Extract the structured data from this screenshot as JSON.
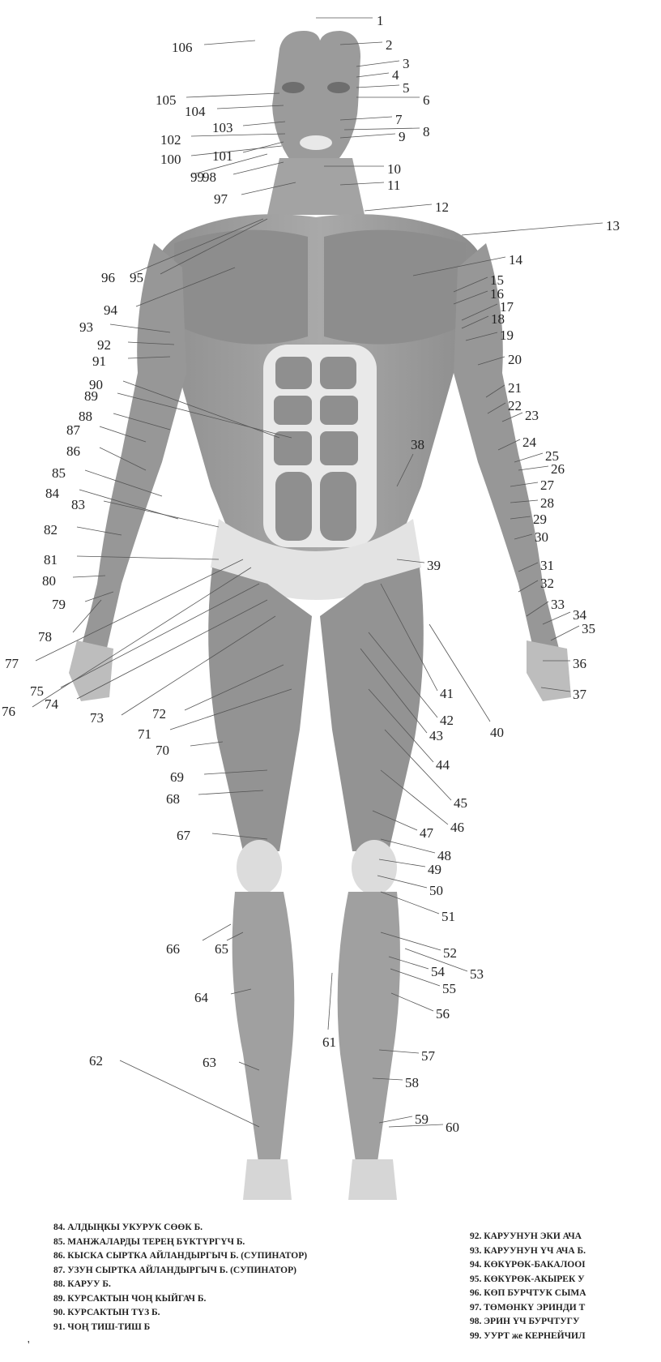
{
  "labels": [
    "1",
    "2",
    "3",
    "4",
    "5",
    "6",
    "7",
    "8",
    "9",
    "10",
    "11",
    "12",
    "13",
    "14",
    "15",
    "16",
    "17",
    "18",
    "19",
    "20",
    "21",
    "22",
    "23",
    "24",
    "25",
    "26",
    "27",
    "28",
    "29",
    "30",
    "31",
    "32",
    "33",
    "34",
    "35",
    "36",
    "37",
    "38",
    "39",
    "40",
    "41",
    "42",
    "43",
    "44",
    "45",
    "46",
    "47",
    "48",
    "49",
    "50",
    "51",
    "52",
    "53",
    "54",
    "55",
    "56",
    "57",
    "58",
    "59",
    "60",
    "61",
    "62",
    "63",
    "64",
    "65",
    "66",
    "67",
    "68",
    "69",
    "70",
    "71",
    "72",
    "73",
    "74",
    "75",
    "76",
    "77",
    "78",
    "79",
    "80",
    "81",
    "82",
    "83",
    "84",
    "85",
    "86",
    "87",
    "88",
    "89",
    "90",
    "91",
    "92",
    "93",
    "94",
    "95",
    "96",
    "97",
    "98",
    "99",
    "100",
    "101",
    "102",
    "103",
    "104",
    "105",
    "106"
  ],
  "legend_left": [
    "84.  АЛДЫҢКЫ УКУРУК СӨӨК Б.",
    "85.  МАНЖАЛАРДЫ ТЕРЕҢ БҮКТҮРГҮЧ Б.",
    "86. КЫСКА СЫРТКА АЙЛАНДЫРГЫЧ Б. (СУПИНАТОР)",
    "87. УЗУН СЫРТКА АЙЛАНДЫРГЫЧ Б. (СУПИНАТОР)",
    "88. КАРУУ Б.",
    "89. КУРСАКТЫН ЧОҢ КЫЙГАЧ Б.",
    "90. КУРСАКТЫН ТҮЗ Б.",
    "91. ЧОҢ ТИШ-ТИШ Б"
  ],
  "legend_right": [
    "92. КАРУУНУН ЭКИ АЧА",
    "93. КАРУУНУН ҮЧ АЧА Б.",
    "94. КӨКҮРӨК-БАКАЛООІ",
    "95.  КӨКҮРӨК-АКЫРЕК У",
    "96.  КӨП БУРЧТУК СЫМА",
    "97. ТӨМӨНКҮ ЭРИНДИ Т",
    "98. ЭРИН ҮЧ БУРЧТУГУ",
    "99. УУРТ же КЕРНЕЙЧИЛ"
  ],
  "stray_marks": {
    "legend_dot": "'"
  }
}
